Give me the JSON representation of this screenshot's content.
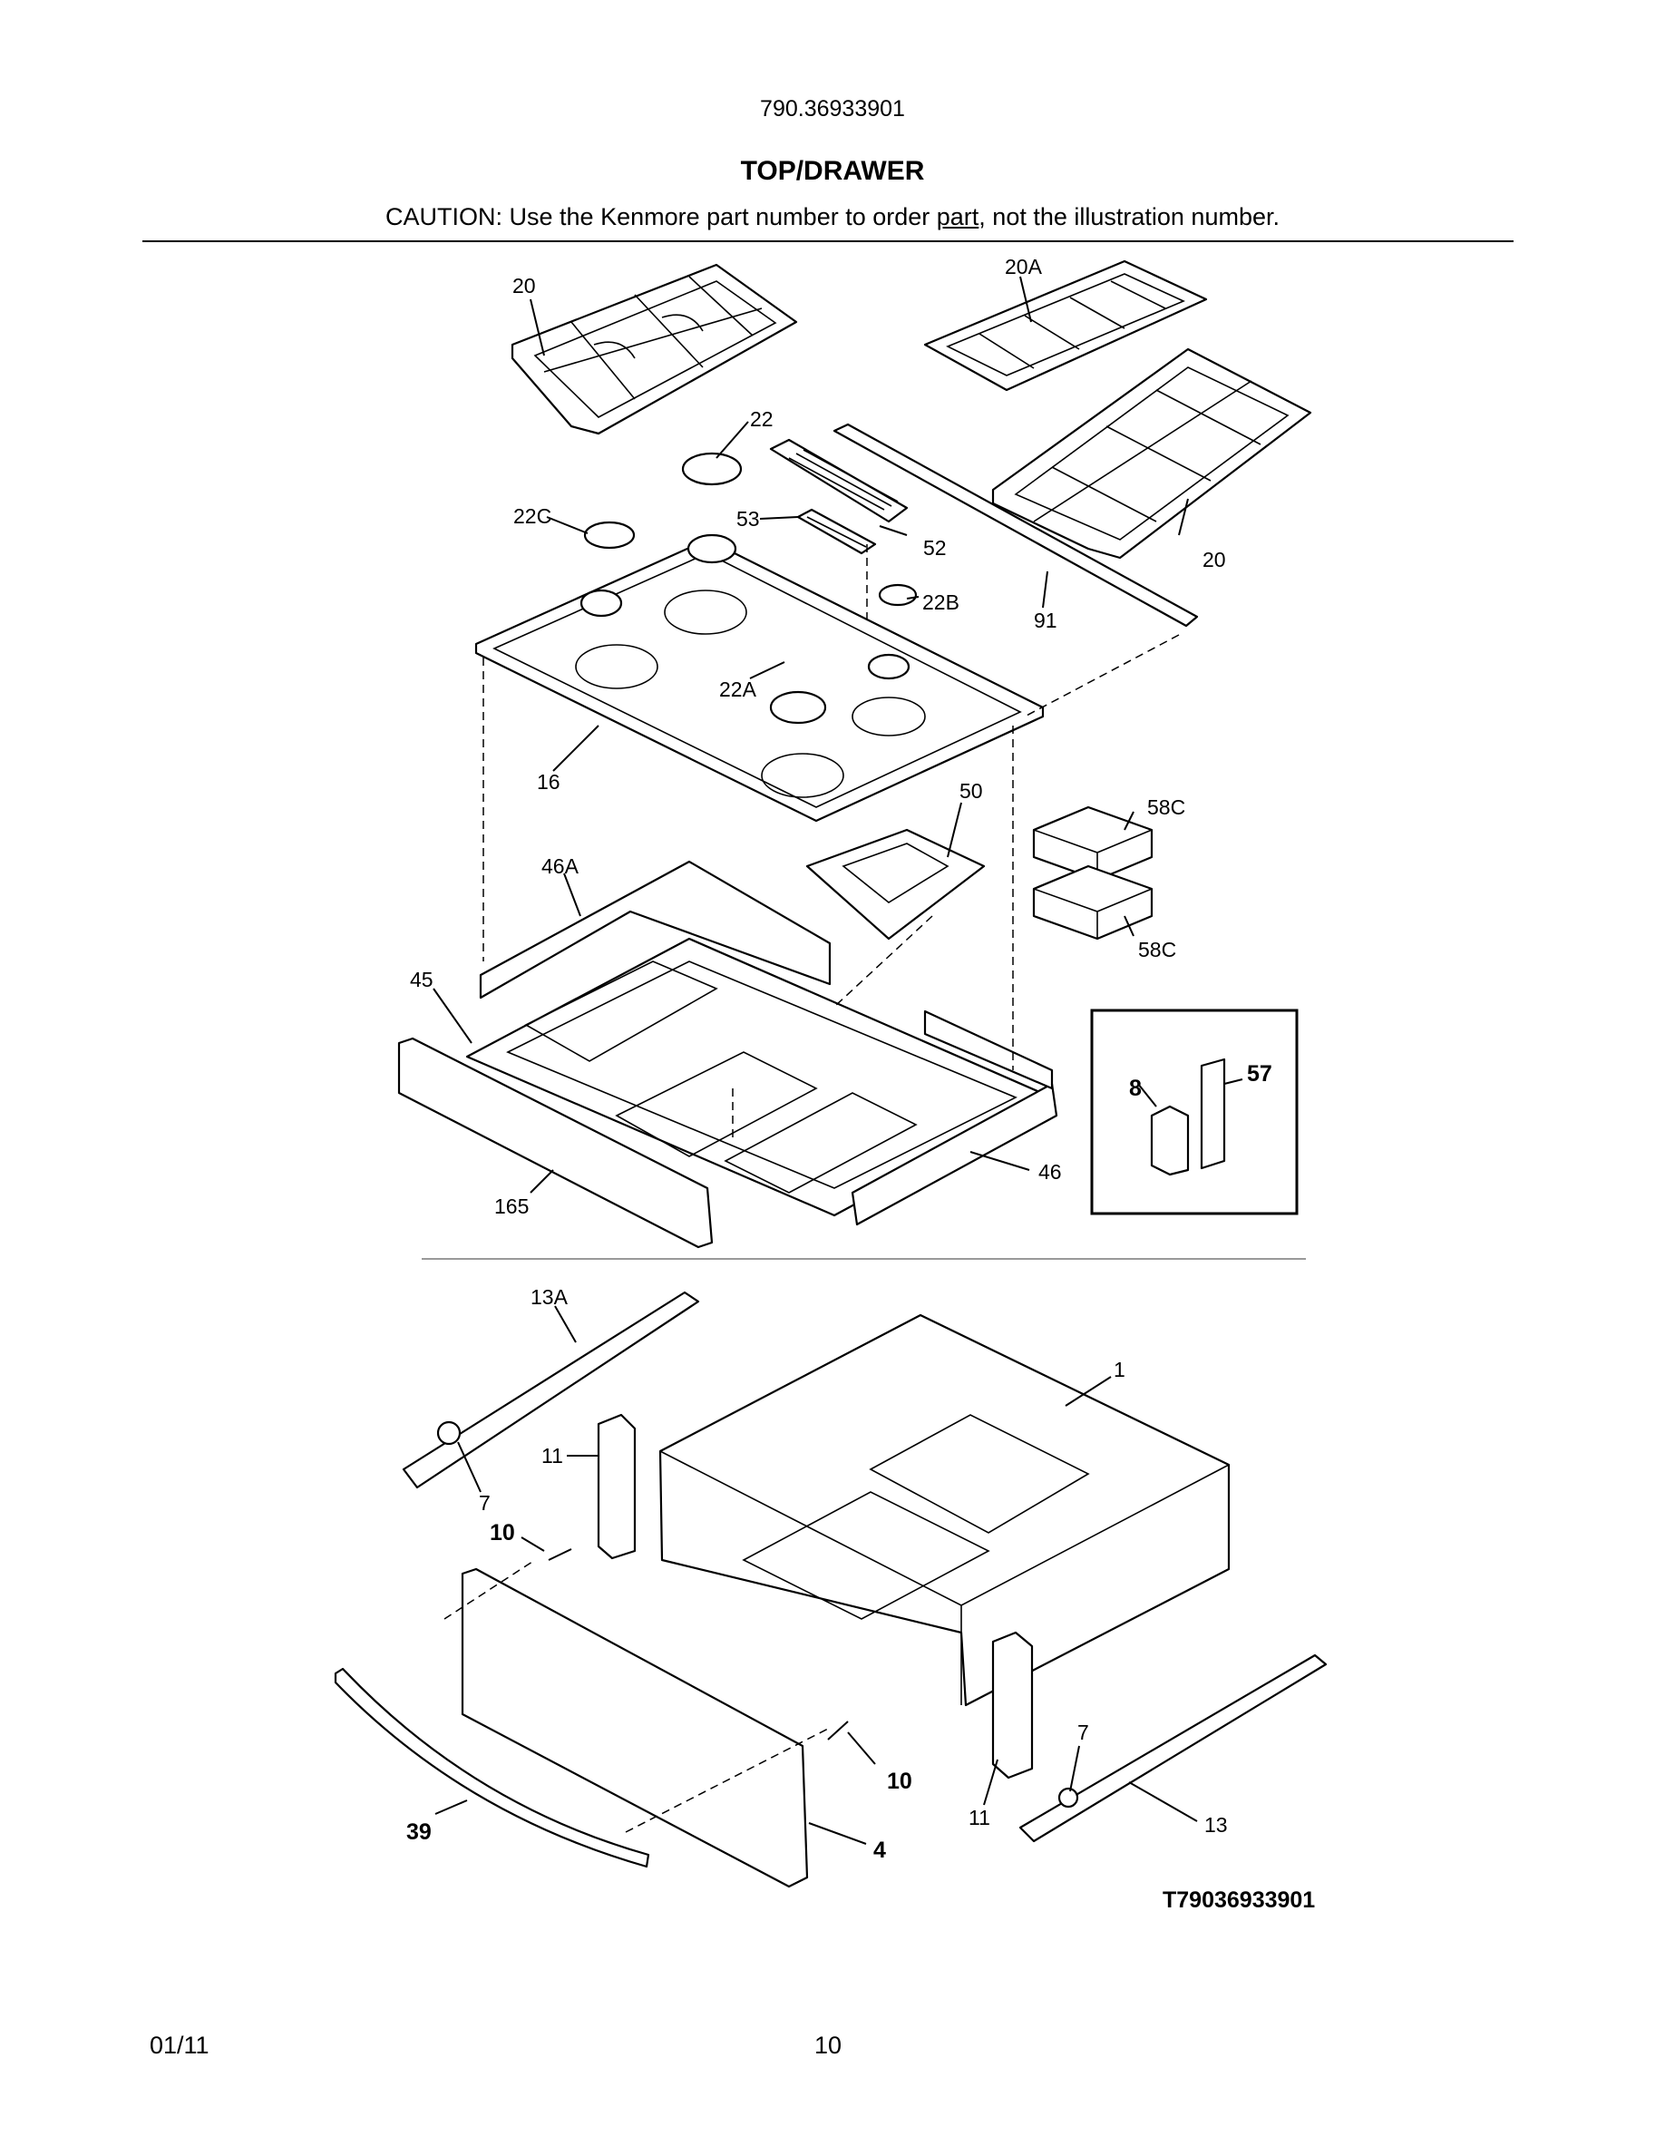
{
  "header": {
    "model_number": "790.36933901",
    "section_title": "TOP/DRAWER",
    "caution_before": "CAUTION: Use the Kenmore part number to order ",
    "caution_underlined": "part",
    "caution_after": ", not the illustration number."
  },
  "callouts": {
    "c20_left": "20",
    "c20a": "20A",
    "c22": "22",
    "c22c": "22C",
    "c53": "53",
    "c52": "52",
    "c20_right": "20",
    "c22b": "22B",
    "c91": "91",
    "c22a": "22A",
    "c16": "16",
    "c50": "50",
    "c58c_top": "58C",
    "c58c_bottom": "58C",
    "c46a": "46A",
    "c45": "45",
    "c8": "8",
    "c57": "57",
    "c46": "46",
    "c165": "165",
    "c13a": "13A",
    "c1": "1",
    "c11_left": "11",
    "c7_left": "7",
    "c10_left": "10",
    "c10_right": "10",
    "c7_right": "7",
    "c11_right": "11",
    "c13": "13",
    "c39": "39",
    "c4": "4"
  },
  "figure_code": "T79036933901",
  "footer": {
    "date": "01/11",
    "page_number": "10"
  }
}
